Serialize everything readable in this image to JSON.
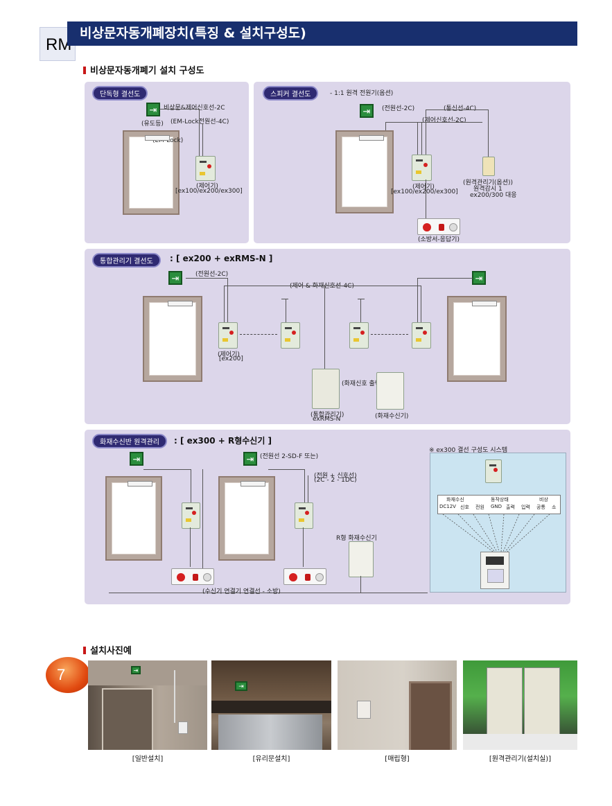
{
  "header": {
    "rm_tab": "RM",
    "title": "비상문자동개폐장치(특징 & 설치구성도)"
  },
  "section1": {
    "heading": "비상문자동개폐기 설치 구성도",
    "panel_a": {
      "pill": "단독형 결선도",
      "labels": {
        "exit": "(유도등)",
        "wire1": "비상문&제어신호선-2C",
        "wire2": "(EM-Lock전원선-4C)",
        "emlock": "(EM-Lock)",
        "ctrl": "(제어기)",
        "model": "[ex100/ex200/ex300]"
      }
    },
    "panel_b": {
      "pill": "스피커 결선도",
      "note": "- 1:1 원격 전원기(옵션)",
      "labels": {
        "wire1": "(전원선-2C)",
        "wire2": "(통신선-4C)",
        "wire3": "(제어신호선-2C)",
        "ctrl": "(제어기)",
        "model": "[ex100/ex200/ex300]",
        "remote": "(원격관리기(옵션))",
        "remote2": "원격감시 1",
        "remote3": "ex200/300 대응",
        "call": "(소방서-응답기)"
      }
    },
    "panel_c": {
      "pill": "통합관리기 결선도",
      "formula": ": [ ex200 + exRMS-N ]",
      "labels": {
        "wire1": "(전원선-2C)",
        "wire2": "(제어 & 화재신호선-4C)",
        "ctrl": "(제어기)",
        "model": "[ex200]",
        "rms": "(통합관리기)",
        "rms_model": "exRMS-N",
        "fire": "(화재수신기)",
        "conn": "(화재신호 출력 접점)"
      }
    },
    "panel_d": {
      "pill": "화재수신반 원격관리",
      "formula": ": [ ex300 + R형수신기 ]",
      "labels": {
        "wire1": "(전원선 2-SD-F 또는)",
        "wire2": "(전원 + 신호선)",
        "wire3": "(2C - 2 - 1DC)",
        "receiver": "R형 화재수신기",
        "bus": "(수신기 연결기 연결선 - 소방)"
      },
      "inset": {
        "title": "※ ex300 결선 구성도 시스템",
        "groups": [
          "화재수신",
          "동작상태",
          "비상"
        ],
        "cells": [
          "DC12V",
          "신호",
          "전원",
          "GND",
          "출력",
          "입력",
          "공통",
          "소"
        ]
      }
    }
  },
  "section2": {
    "heading": "설치사진예",
    "badge": "7",
    "photos": [
      {
        "caption": "[일반설치]"
      },
      {
        "caption": "[유리문설치]"
      },
      {
        "caption": "[매립형]"
      },
      {
        "caption": "[원격관리기(설치실)]"
      }
    ]
  },
  "colors": {
    "title_bar": "#182f6e",
    "panel": "#dcd6ea",
    "pill": "#2f2a72",
    "exit_green": "#2b8d3d",
    "badge": "#e14a10"
  }
}
